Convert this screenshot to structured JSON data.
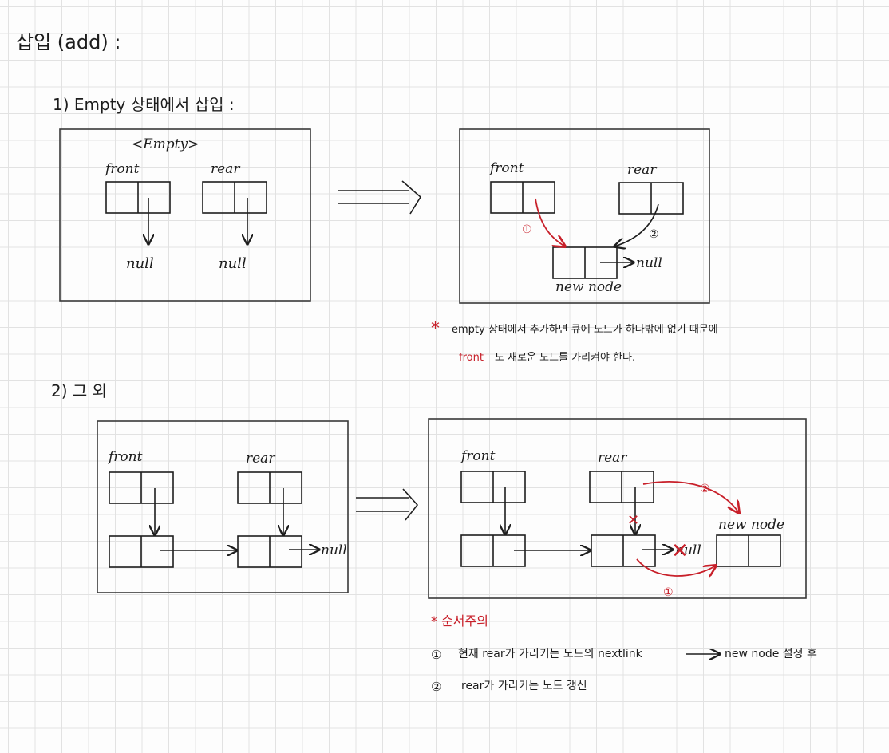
{
  "heading": "삽입 (add) :",
  "section1": {
    "title": "1) Empty 상태에서 삽입 :",
    "empty_label": "<Empty>",
    "before": {
      "front": "front",
      "rear": "rear",
      "null_front": "null",
      "null_rear": "null"
    },
    "after": {
      "front": "front",
      "rear": "rear",
      "step1": "①",
      "step2": "②",
      "null": "null",
      "new_node": "new node"
    },
    "note_star": "*",
    "note_line1": "empty 상태에서 추가하면 큐에 노드가 하나밖에 없기 때문에",
    "note_front": "front",
    "note_line2": "도 새로운 노드를 가리켜야 한다."
  },
  "section2": {
    "title": "2) 그 외",
    "before": {
      "front": "front",
      "rear": "rear",
      "null": "null"
    },
    "after": {
      "front": "front",
      "rear": "rear",
      "null": "null",
      "new_node": "new node",
      "step1": "①",
      "step2": "②",
      "cross": "✕"
    },
    "order_title": "* 순서주의",
    "order_item1_num": "①",
    "order_item1_a": "현재 rear가 가리키는 노드의 nextlink",
    "order_item1_b": "new node 설정 후",
    "order_item2_num": "②",
    "order_item2": "rear가 가리키는 노드 갱신"
  },
  "colors": {
    "ink": "#1c1c1c",
    "red": "#c8202a",
    "grid": "#e2e2e2"
  }
}
